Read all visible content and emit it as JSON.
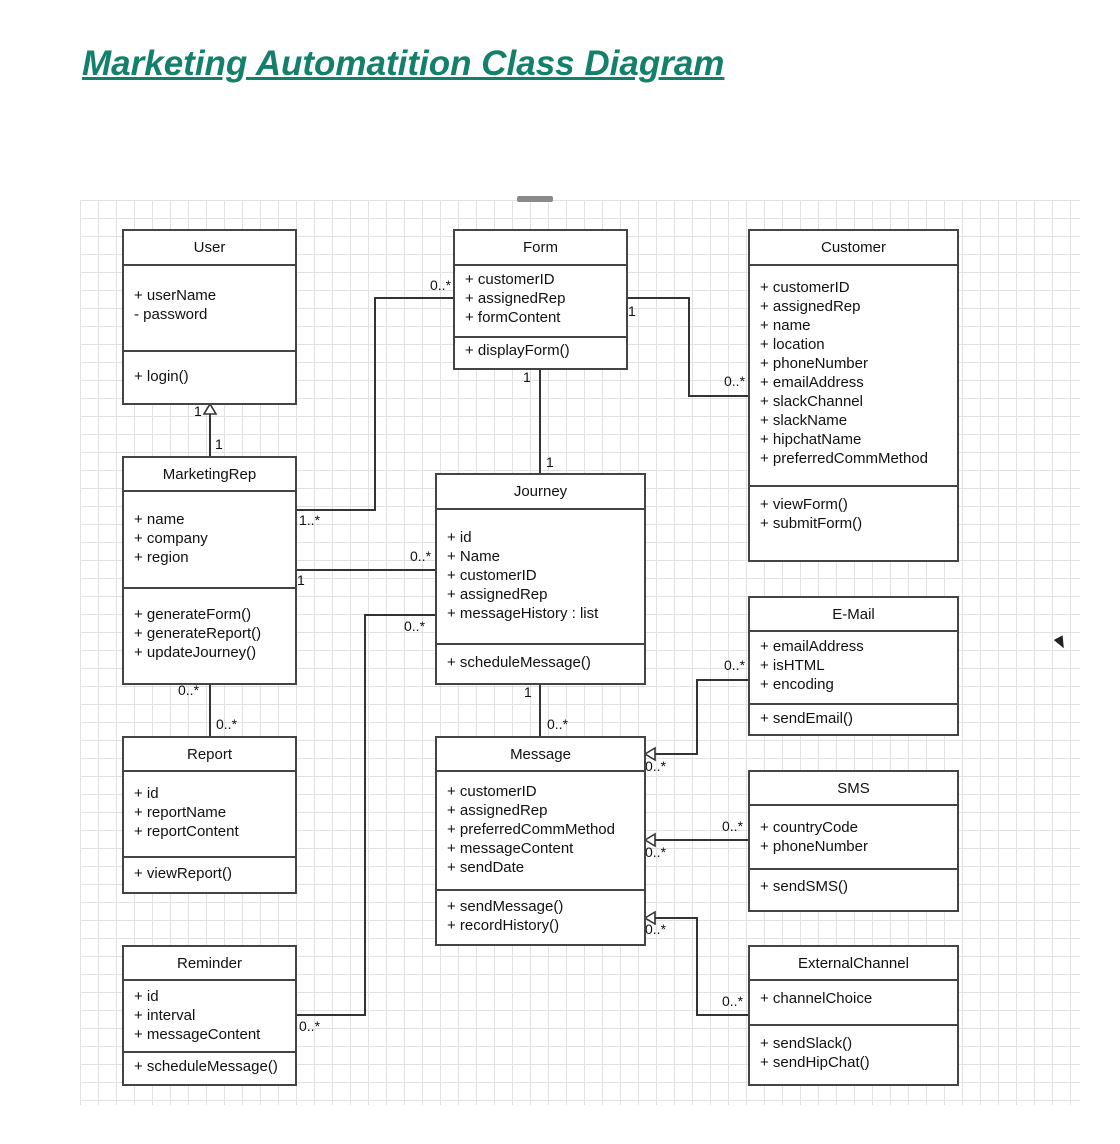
{
  "title": "Marketing Automatition Class Diagram",
  "classes": {
    "user": {
      "name": "User",
      "attributes": [
        "+ userName",
        "- password"
      ],
      "operations": [
        "+ login()"
      ]
    },
    "form": {
      "name": "Form",
      "attributes": [
        "+ customerID",
        "+ assignedRep",
        "+ formContent"
      ],
      "operations": [
        "+ displayForm()"
      ]
    },
    "customer": {
      "name": "Customer",
      "attributes": [
        "+ customerID",
        "+ assignedRep",
        "+ name",
        "+ location",
        "+ phoneNumber",
        "+ emailAddress",
        "+ slackChannel",
        "+ slackName",
        "+ hipchatName",
        "+ preferredCommMethod"
      ],
      "operations": [
        "+ viewForm()",
        "+ submitForm()"
      ]
    },
    "marketingRep": {
      "name": "MarketingRep",
      "attributes": [
        "+ name",
        "+ company",
        "+ region"
      ],
      "operations": [
        "+ generateForm()",
        "+ generateReport()",
        "+ updateJourney()"
      ]
    },
    "journey": {
      "name": "Journey",
      "attributes": [
        "+ id",
        "+ Name",
        "+ customerID",
        "+ assignedRep",
        "+ messageHistory : list"
      ],
      "operations": [
        "+ scheduleMessage()"
      ]
    },
    "email": {
      "name": "E-Mail",
      "attributes": [
        "+ emailAddress",
        "+ isHTML",
        "+ encoding"
      ],
      "operations": [
        "+ sendEmail()"
      ]
    },
    "report": {
      "name": "Report",
      "attributes": [
        "+ id",
        "+ reportName",
        "+ reportContent"
      ],
      "operations": [
        "+ viewReport()"
      ]
    },
    "message": {
      "name": "Message",
      "attributes": [
        "+ customerID",
        "+ assignedRep",
        "+ preferredCommMethod",
        "+ messageContent",
        "+ sendDate"
      ],
      "operations": [
        "+ sendMessage()",
        "+ recordHistory()"
      ]
    },
    "sms": {
      "name": "SMS",
      "attributes": [
        "+ countryCode",
        "+ phoneNumber"
      ],
      "operations": [
        "+ sendSMS()"
      ]
    },
    "reminder": {
      "name": "Reminder",
      "attributes": [
        "+ id",
        "+ interval",
        "+ messageContent"
      ],
      "operations": [
        "+ scheduleMessage()"
      ]
    },
    "externalChannel": {
      "name": "ExternalChannel",
      "attributes": [
        "+ channelChoice"
      ],
      "operations": [
        "+ sendSlack()",
        "+ sendHipChat()"
      ]
    }
  },
  "multiplicities": {
    "form_rep_form_end": "0..*",
    "form_rep_rep_end": "1..*",
    "form_customer_form_end": "1",
    "form_customer_customer_end": "0..*",
    "form_journey_form_end": "1",
    "form_journey_journey_end": "1",
    "user_rep_user_end": "1",
    "user_rep_rep_end": "1",
    "rep_journey_rep_end": "1",
    "rep_journey_journey_end": "0..*",
    "rep_report_rep_end": "0..*",
    "rep_report_report_end": "0..*",
    "journey_message_journey_end": "1",
    "journey_message_message_end": "0..*",
    "reminder_journey_reminder_end": "0..*",
    "reminder_journey_journey_end": "0..*",
    "email_message_email_end": "0..*",
    "email_message_message_end": "0..*",
    "sms_message_sms_end": "0..*",
    "sms_message_message_end": "0..*",
    "ext_message_ext_end": "0..*",
    "ext_message_message_end": "0..*"
  }
}
